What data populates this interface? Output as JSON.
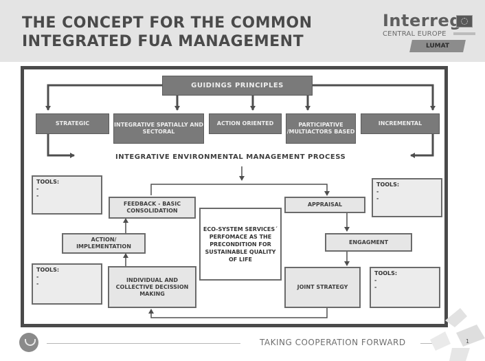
{
  "slide": {
    "title_line1": "THE CONCEPT FOR THE COMMON",
    "title_line2": "INTEGRATED FUA MANAGEMENT"
  },
  "logo": {
    "word": "Interreg",
    "sub": "CENTRAL EUROPE",
    "project": "LUMAT"
  },
  "diagram": {
    "guiding": "GUIDINGS PRINCIPLES",
    "principles": [
      "STRATEGIC",
      "INTEGRATIVE SPATIALLY AND SECTORAL",
      "ACTION ORIENTED",
      "PARTICIPATIVE /MULTIACTORS BASED",
      "INCREMENTAL"
    ],
    "process": "INTEGRATIVE ENVIRONMENTAL MANAGEMENT PROCESS",
    "cycle": {
      "feedback": "FEEDBACK - BASIC CONSOLIDATION",
      "action": "ACTION/ IMPLEMENTATION",
      "decision": "INDIVIDUAL AND COLLECTIVE DECISSION MAKING",
      "appraisal": "APPRAISAL",
      "engagment": "ENGAGMENT",
      "joint": "JOINT STRATEGY"
    },
    "center": "ECO-SYSTEM SERVICES´ PERFOMACE AS THE PRECONDITION FOR SUSTAINABLE QUALITY OF LIFE",
    "tools": {
      "label": "TOOLS:",
      "line1": "-",
      "line2": "-"
    }
  },
  "footer": {
    "tagline": "TAKING COOPERATION FORWARD",
    "page": "1"
  },
  "colors": {
    "dark_box": "#7a7a7a",
    "light_box": "#e6e6e6",
    "frame": "#4a4a4a",
    "header_band": "#e4e4e4"
  },
  "icons": [
    "eu-flag-icon",
    "leaf-hand-icon"
  ]
}
